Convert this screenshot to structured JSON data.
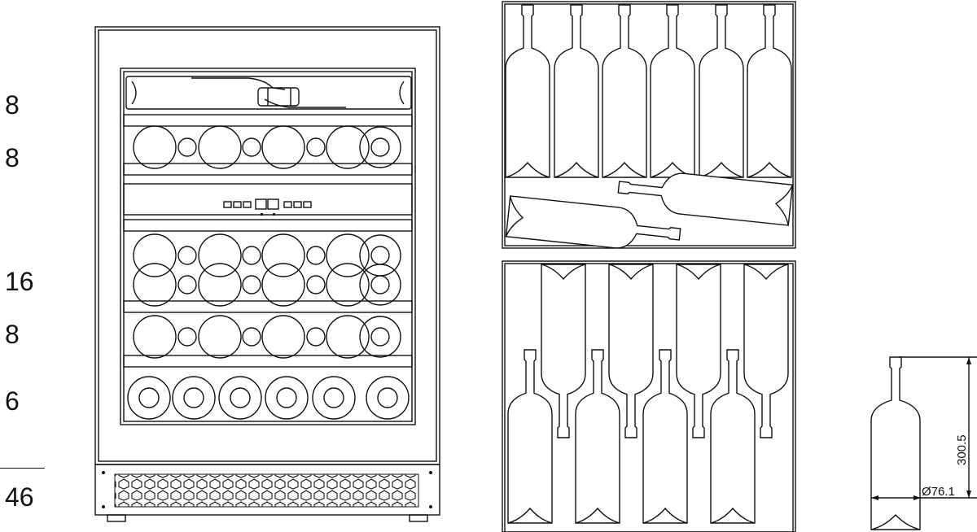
{
  "shelf_capacities": [
    "8",
    "8",
    "16",
    "8",
    "6"
  ],
  "total_capacity": "46",
  "bottle_dimensions": {
    "height": "300.5",
    "diameter": "Ø76.1"
  }
}
